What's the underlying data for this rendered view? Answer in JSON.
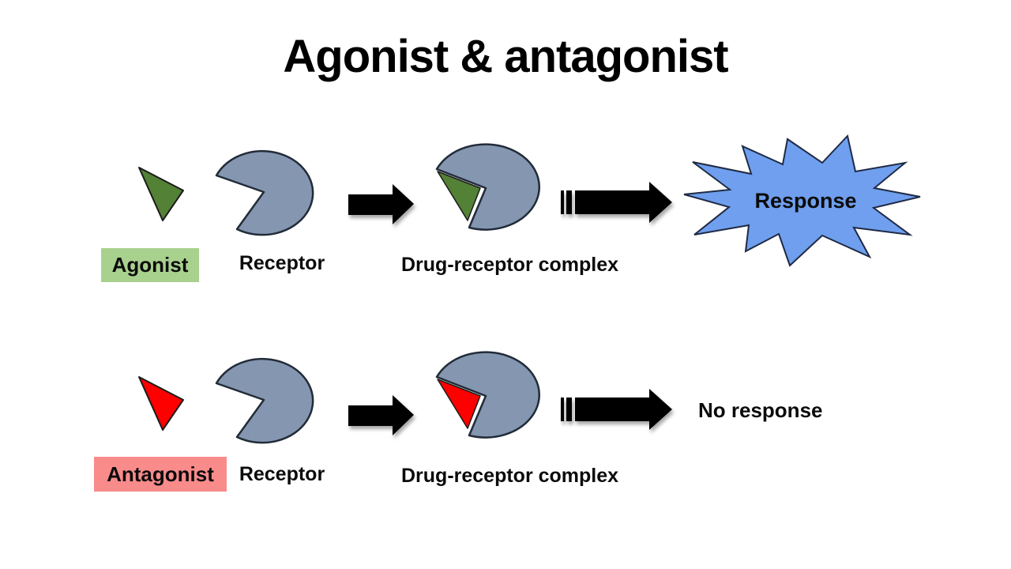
{
  "title": "Agonist & antagonist",
  "colors": {
    "agonist_fill": "#538135",
    "agonist_label_bg": "#A9D18E",
    "antagonist_fill": "#FE0000",
    "antagonist_label_bg": "#FA8B8B",
    "receptor_fill": "#8496B0",
    "burst_fill": "#6F9FEE",
    "arrow_fill": "#000000",
    "text_color": "#0B0B0B"
  },
  "rows": [
    {
      "drug": "Agonist",
      "receptor": "Receptor",
      "complex": "Drug-receptor complex",
      "outcome": "Response"
    },
    {
      "drug": "Antagonist",
      "receptor": "Receptor",
      "complex": "Drug-receptor complex",
      "outcome": "No response"
    }
  ]
}
